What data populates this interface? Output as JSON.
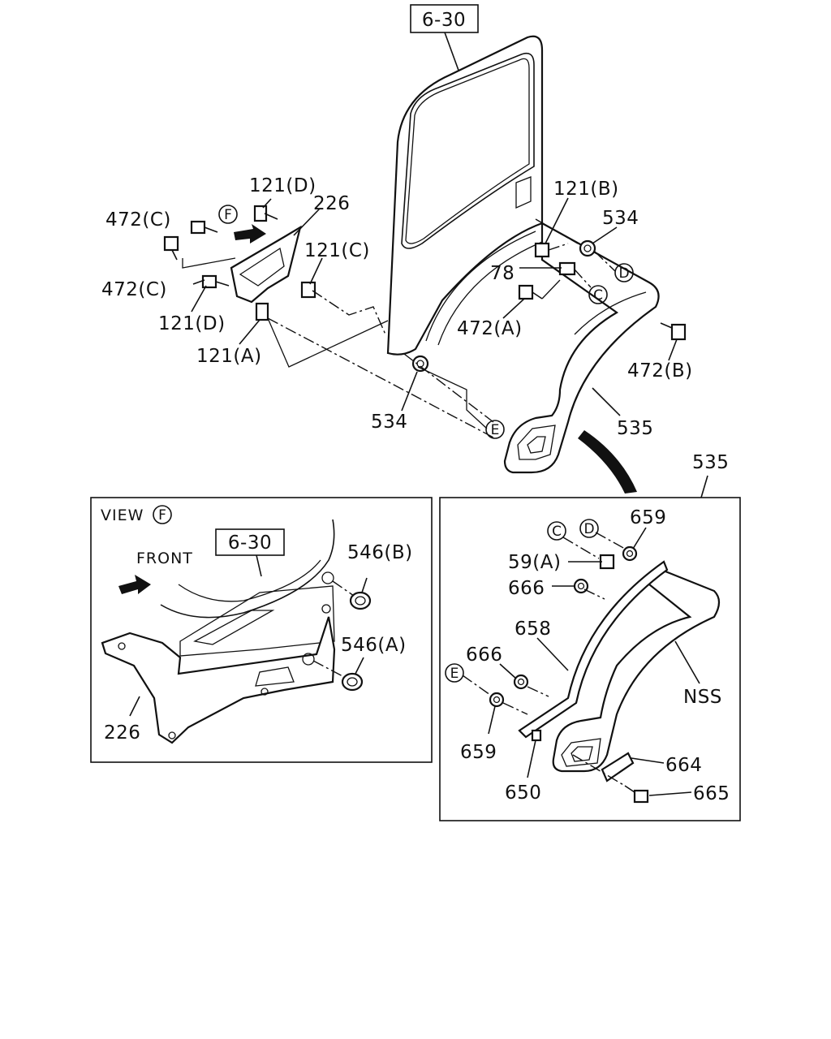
{
  "top": {
    "ref_box": "6-30",
    "labels": {
      "l121d_top": "121(D)",
      "l226_top": "226",
      "l472c_top": "472(C)",
      "lF": "F",
      "l121c": "121(C)",
      "l472c_left": "472(C)",
      "l121d_left": "121(D)",
      "l121a": "121(A)",
      "l121b": "121(B)",
      "l534_right": "534",
      "lD": "D",
      "l78": "78",
      "lC": "C",
      "l472a": "472(A)",
      "l472b": "472(B)",
      "l534_bottom": "534",
      "lE": "E",
      "l535_top": "535"
    }
  },
  "view_f": {
    "title_text": "VIEW",
    "title_circle": "F",
    "front_label": "FRONT",
    "ref_box": "6-30",
    "l546b": "546(B)",
    "l546a": "546(A)",
    "l226": "226"
  },
  "detail_535": {
    "header": "535",
    "lC": "C",
    "lD": "D",
    "l659_top": "659",
    "l59a": "59(A)",
    "l666_top": "666",
    "l658": "658",
    "l666_mid": "666",
    "lE": "E",
    "l659_bottom": "659",
    "lNSS": "NSS",
    "l664": "664",
    "l650": "650",
    "l665": "665"
  }
}
